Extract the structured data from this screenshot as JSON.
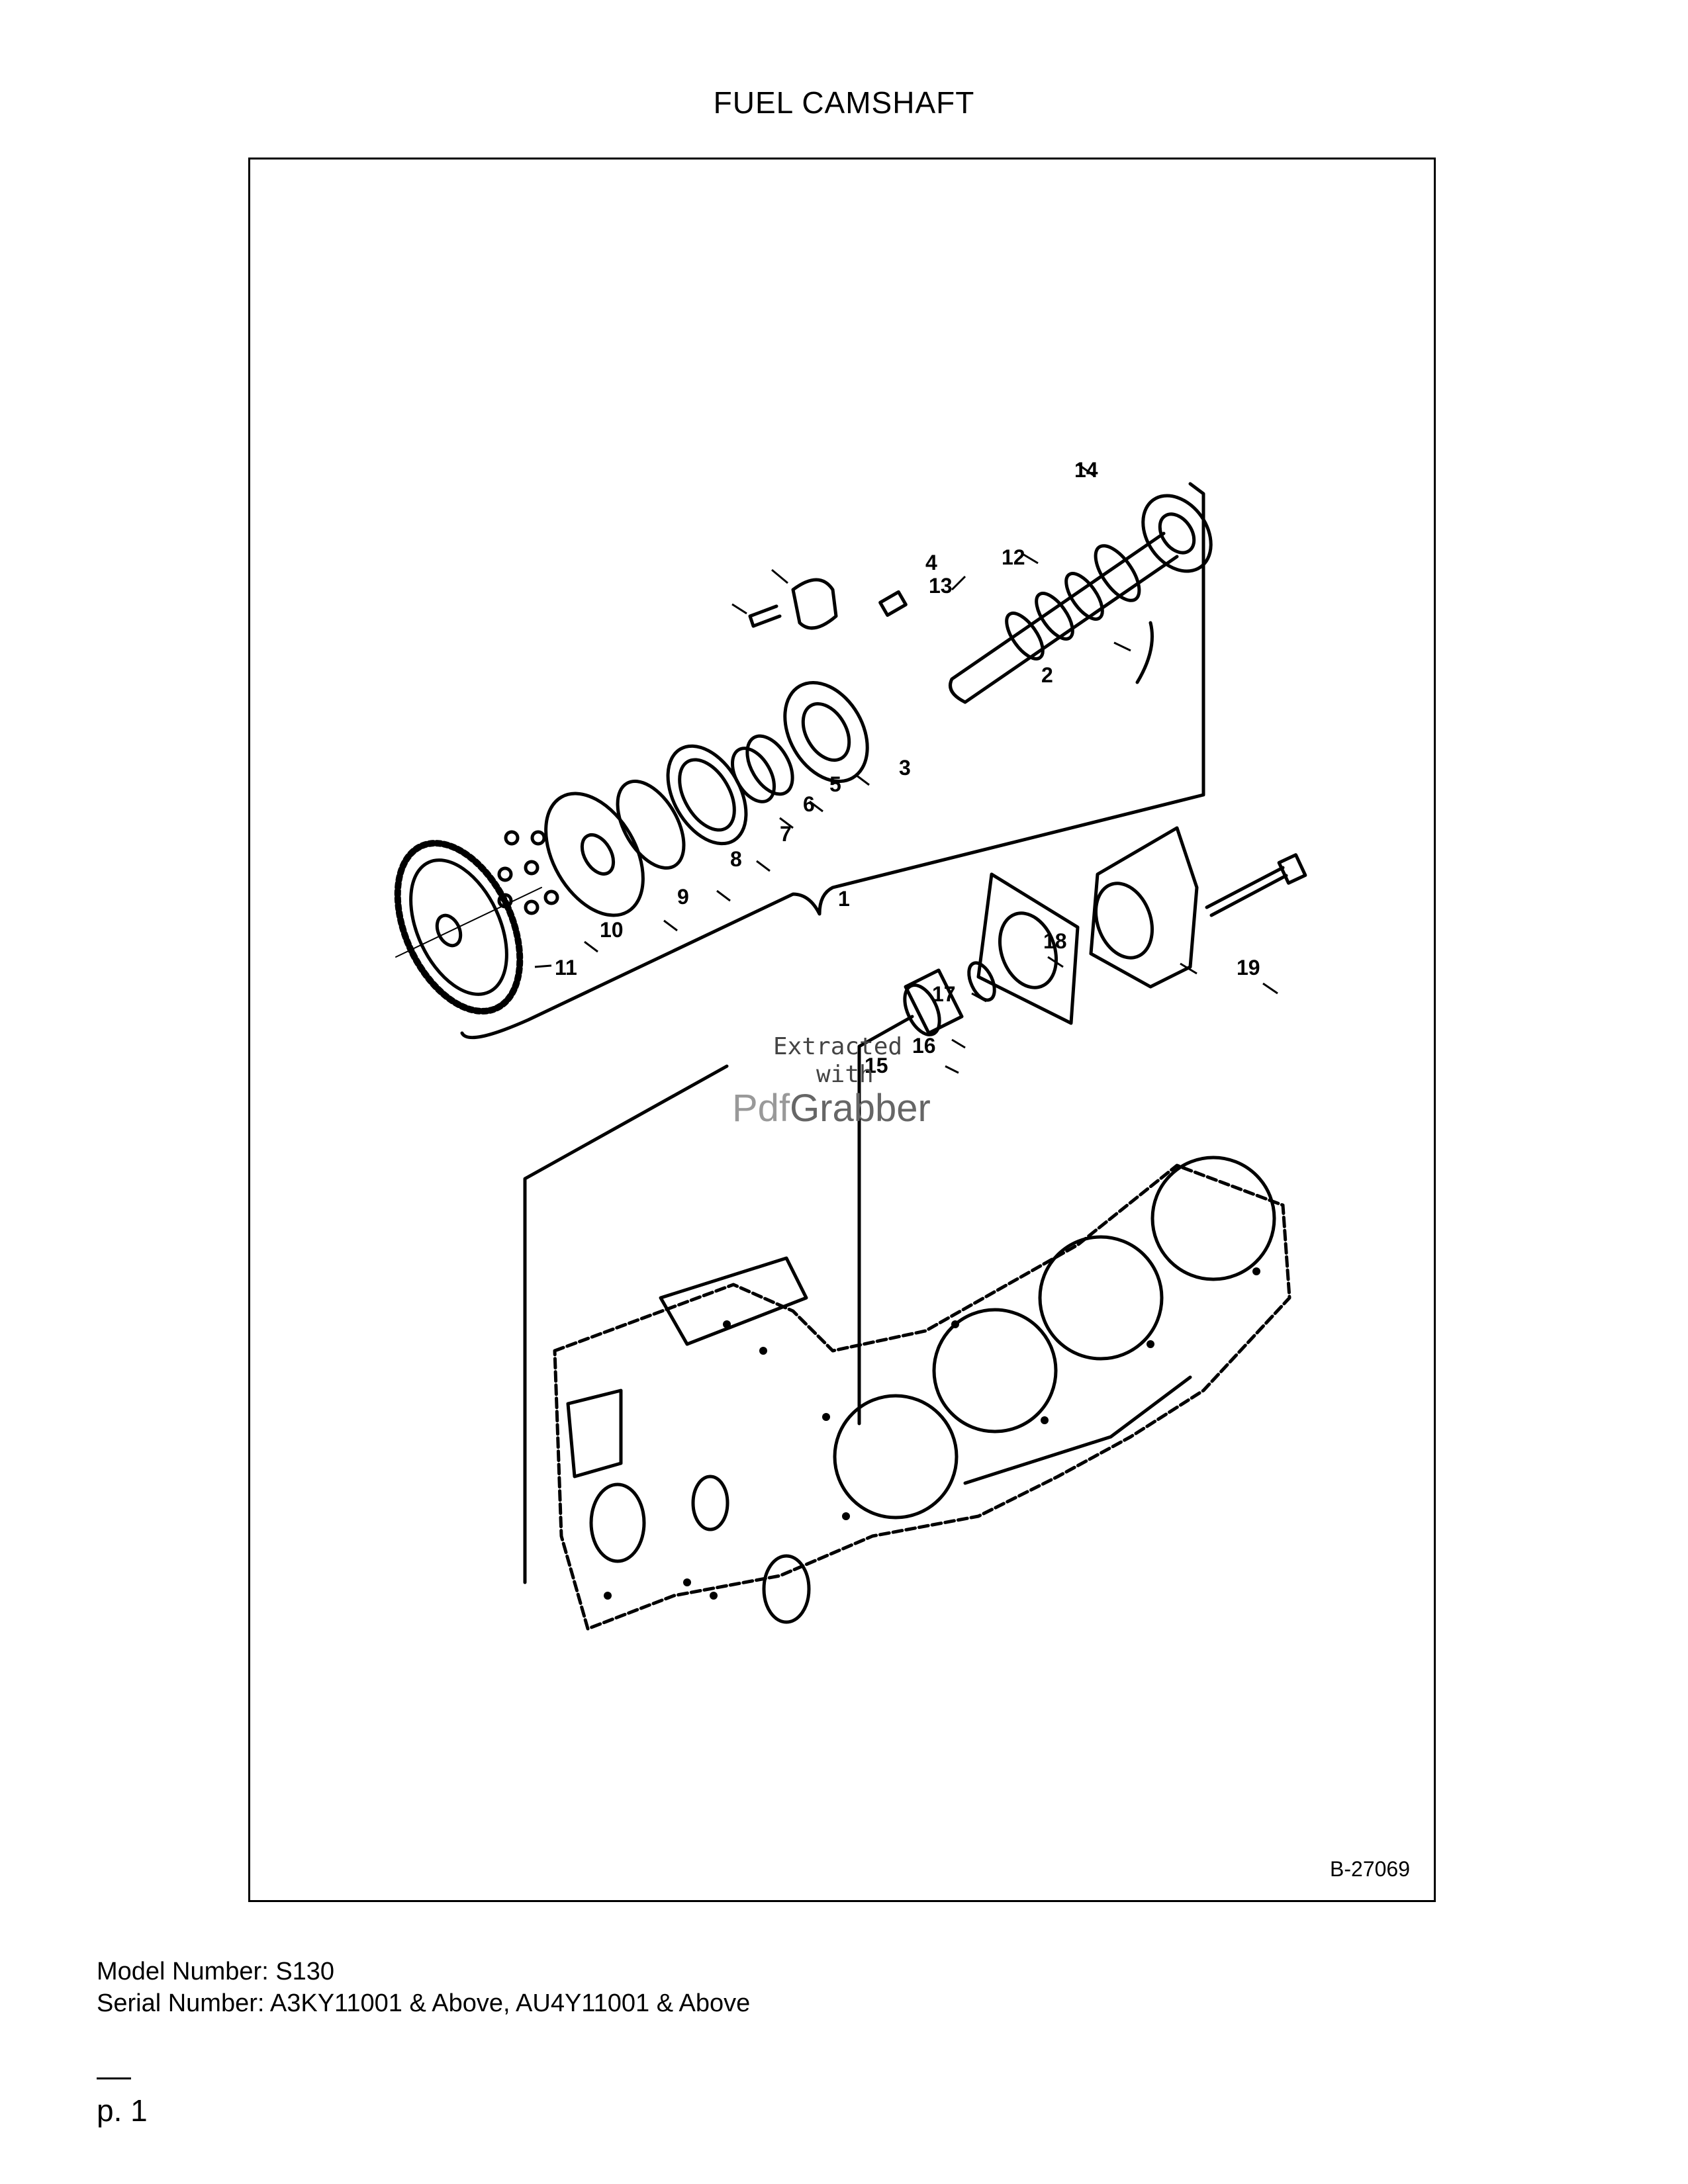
{
  "title": "FUEL CAMSHAFT",
  "figure_number": "B-27069",
  "callouts": [
    "1",
    "2",
    "3",
    "4",
    "5",
    "6",
    "7",
    "8",
    "9",
    "10",
    "11",
    "12",
    "13",
    "14",
    "15",
    "16",
    "17",
    "18",
    "19"
  ],
  "watermark": {
    "line1": "Extracted",
    "line2": "with",
    "brand_a": "Pdf",
    "brand_b": "Grabber"
  },
  "model_number": "Model Number: S130",
  "serial_number": "Serial Number: A3KY11001 & Above, AU4Y11001 & Above",
  "page_number": "p. 1"
}
